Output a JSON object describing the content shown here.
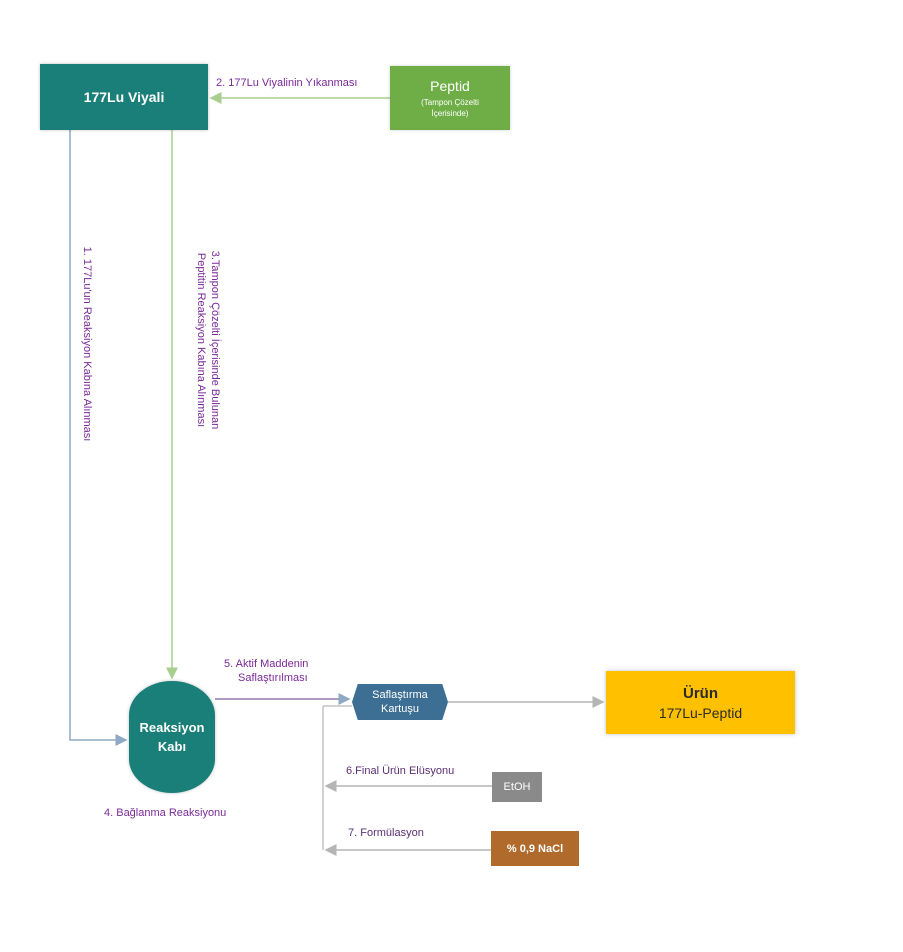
{
  "nodes": {
    "vial": "177Lu Viyali",
    "peptid_title": "Peptid",
    "peptid_sub1": "(Tampon Çözelti",
    "peptid_sub2": "İçerisinde)",
    "reactor_line1": "Reaksiyon",
    "reactor_line2": "Kabı",
    "cartridge_line1": "Saflaştırma",
    "cartridge_line2": "Kartuşu",
    "product_title": "Ürün",
    "product_sub": "177Lu-Peptid",
    "etoh": "EtOH",
    "nacl": "% 0,9 NaCl"
  },
  "steps": {
    "step1": "1. 177Lu'un Reaksiyon Kabına Alınması",
    "step2": "2. 177Lu Viyalinin Yıkanması",
    "step3_line1": "3.Tampon Çözelti İçerisinde Bulunan",
    "step3_line2": "Peptitin Reaksiyon Kabına Alınması",
    "step4": "4. Bağlanma Reaksiyonu",
    "step5_line1": "5. Aktif Maddenin",
    "step5_line2": "Saflaştırılması",
    "step6": "6.Final Ürün Elüsyonu",
    "step7": "7. Formülasyon"
  },
  "colors": {
    "teal": "#1a7f78",
    "green": "#6fae47",
    "blue": "#3c6f93",
    "yellow": "#ffc000",
    "gray": "#8a8a8a",
    "brown": "#b06a2b",
    "label_purple": "#7a2a99"
  }
}
